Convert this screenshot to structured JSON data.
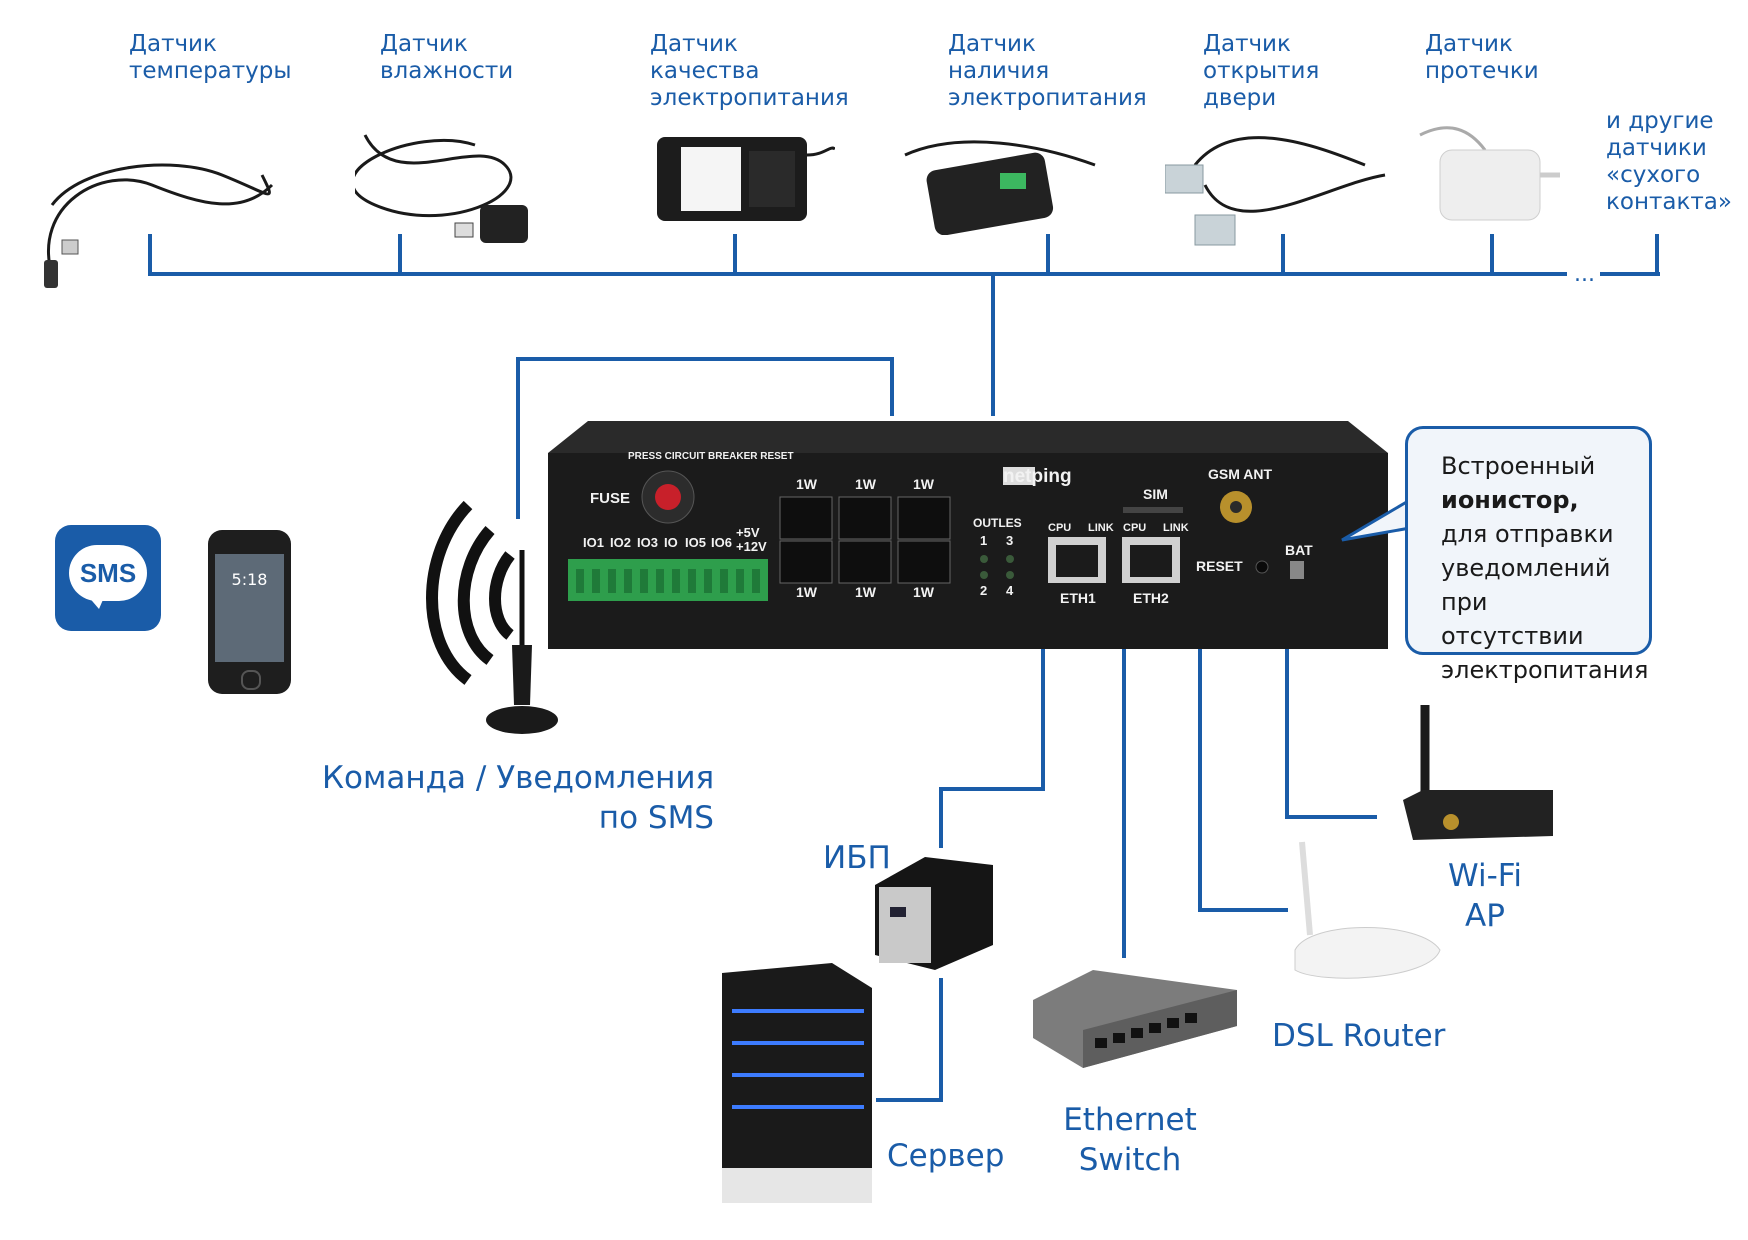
{
  "sensors": [
    {
      "line1": "Датчик",
      "line2": "температуры",
      "line3": ""
    },
    {
      "line1": "Датчик",
      "line2": "влажности",
      "line3": ""
    },
    {
      "line1": "Датчик",
      "line2": "качества",
      "line3": "электропитания"
    },
    {
      "line1": "Датчик",
      "line2": "наличия",
      "line3": "электропитания"
    },
    {
      "line1": "Датчик",
      "line2": "открытия",
      "line3": "двери"
    },
    {
      "line1": "Датчик",
      "line2": "протечки",
      "line3": ""
    }
  ],
  "other_sensors": [
    "и другие",
    "датчики",
    "«сухого",
    "контакта»"
  ],
  "ellipsis": "...",
  "callout": {
    "line1": "Встроенный",
    "line2_bold": "ионистор",
    "line2_tail": ",",
    "line3": "для отправки",
    "line4": "уведомлений",
    "line5": "при отсутствии",
    "line6": "электропитания"
  },
  "sms_label": {
    "line1": "Команда / Уведомления",
    "line2": "по SMS"
  },
  "sms_icon_text": "SMS",
  "phone_time": "5:18",
  "device": {
    "brand": "netping",
    "fuse": "FUSE",
    "breaker": "PRESS CIRCUIT BREAKER RESET",
    "io_labels": [
      "IO1",
      "IO2",
      "IO3",
      "IO",
      "IO5",
      "IO6",
      "+5V",
      "+12V"
    ],
    "onewire": [
      "1W",
      "1W",
      "1W",
      "1W",
      "1W",
      "1W"
    ],
    "outlets": "OUTLES",
    "outlet_nums": [
      "1",
      "3",
      "2",
      "4"
    ],
    "sim": "SIM",
    "cpu": "CPU",
    "link": "LINK",
    "eth1": "ETH1",
    "eth2": "ETH2",
    "gsm": "GSM ANT",
    "reset": "RESET",
    "bat": "BAT"
  },
  "devices": {
    "ups": "ИБП",
    "server": "Сервер",
    "switch_l1": "Ethernet",
    "switch_l2": "Switch",
    "router": "DSL Router",
    "wifi_l1": "Wi-Fi",
    "wifi_l2": "AP"
  },
  "colors": {
    "accent": "#1a5ca8",
    "device_body": "#1b1b1b",
    "terminal_green": "#2e9e4c",
    "callout_bg": "#f1f5fa"
  }
}
